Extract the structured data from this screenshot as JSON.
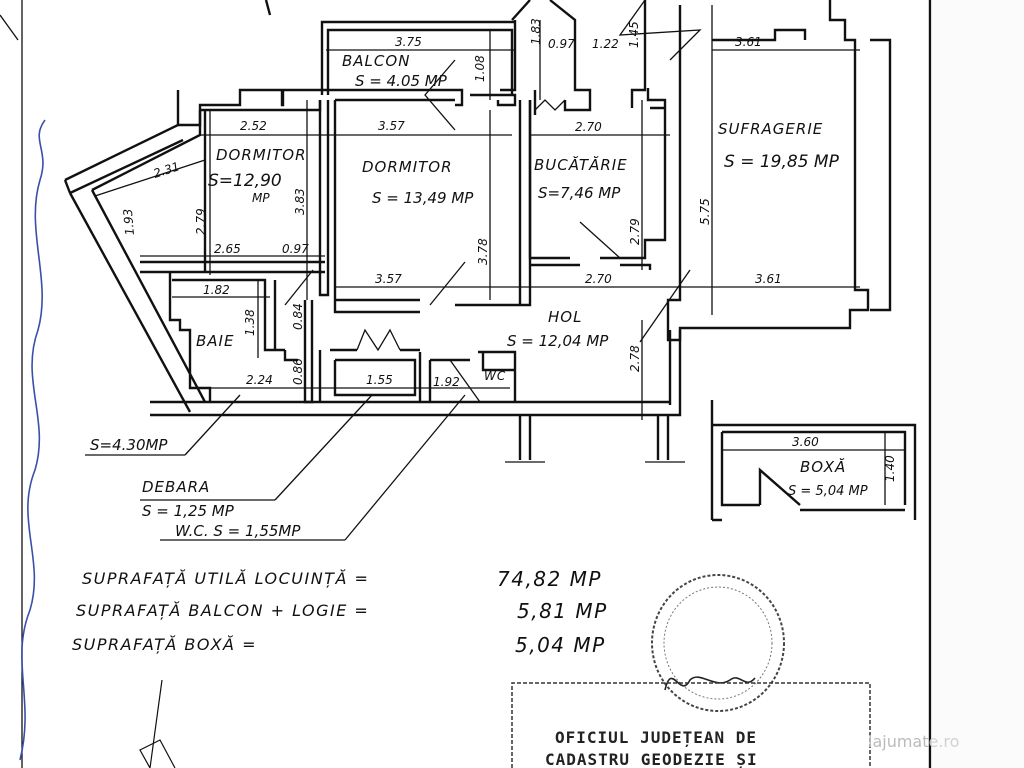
{
  "rooms": {
    "balcon": {
      "name": "BALCON",
      "area": "S = 4.05 MP"
    },
    "dormitor1": {
      "name": "DORMITOR",
      "area": "S=12,90",
      "unit": "MP"
    },
    "dormitor2": {
      "name": "DORMITOR",
      "area": "S = 13,49 MP"
    },
    "bucatarie": {
      "name": "BUCĂTĂRIE",
      "area": "S=7,46 MP"
    },
    "sufragerie": {
      "name": "SUFRAGERIE",
      "area": "S = 19,85 MP"
    },
    "hol": {
      "name": "HOL",
      "area": "S = 12,04 MP"
    },
    "baie": {
      "name": "BAIE",
      "area": "S=4.30MP"
    },
    "wc": {
      "name": "WC",
      "area": "W.C.  S = 1,55MP"
    },
    "debara": {
      "name": "DEBARA",
      "area": "S = 1,25 MP"
    },
    "boxa": {
      "name": "BOXĂ",
      "area": "S = 5,04 MP"
    }
  },
  "dimensions": {
    "d375": "3.75",
    "d108": "1.08",
    "d183": "1.83",
    "d097a": "0.97",
    "d122": "1.22",
    "d145": "1.45",
    "d361a": "3.61",
    "d252": "2.52",
    "d357a": "3.57",
    "d270a": "2.70",
    "d231": "2.31",
    "d193": "1.93",
    "d279a": "2.79",
    "d383": "3.83",
    "d378": "3.78",
    "d279b": "2.79",
    "d575": "5.75",
    "d265": "2.65",
    "d097b": "0.97",
    "d357b": "3.57",
    "d270b": "2.70",
    "d361b": "3.61",
    "d182": "1.82",
    "d138": "1.38",
    "d084": "0.84",
    "d086": "0.86",
    "d224": "2.24",
    "d155": "1.55",
    "d192": "1.92",
    "d278": "2.78",
    "d360": "3.60",
    "d140": "1.40"
  },
  "summary": [
    {
      "label": "SUPRAFAȚĂ  UTILĂ  LOCUINȚĂ  =",
      "value": "74,82 MP"
    },
    {
      "label": "SUPRAFAȚĂ  BALCON + LOGIE =",
      "value": "5,81 MP"
    },
    {
      "label": "SUPRAFAȚĂ  BOXĂ              =",
      "value": "5,04 MP"
    }
  ],
  "stamp": {
    "line1": "OFICIUL JUDEȚEAN DE",
    "line2": "CADASTRU GEODEZIE ȘI"
  },
  "watermark": "lajumate.ro",
  "colors": {
    "ink": "#111111",
    "handwriting": "#3a4fa8",
    "watermark": "#bbbbbb"
  }
}
